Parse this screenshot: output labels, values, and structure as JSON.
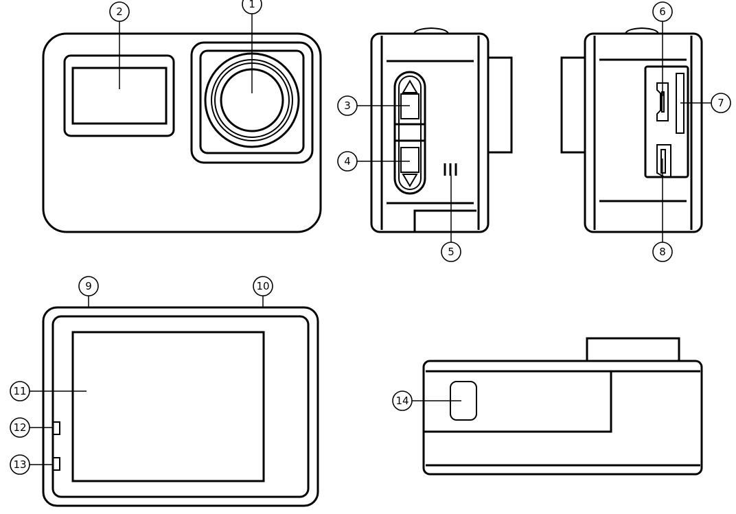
{
  "diagram": {
    "views": [
      "front",
      "left-side",
      "right-side",
      "back",
      "top"
    ],
    "callouts": [
      {
        "label": "1"
      },
      {
        "label": "2"
      },
      {
        "label": "3"
      },
      {
        "label": "4"
      },
      {
        "label": "5"
      },
      {
        "label": "6"
      },
      {
        "label": "7"
      },
      {
        "label": "8"
      },
      {
        "label": "9"
      },
      {
        "label": "10"
      },
      {
        "label": "11"
      },
      {
        "label": "12"
      },
      {
        "label": "13"
      },
      {
        "label": "14"
      }
    ]
  }
}
